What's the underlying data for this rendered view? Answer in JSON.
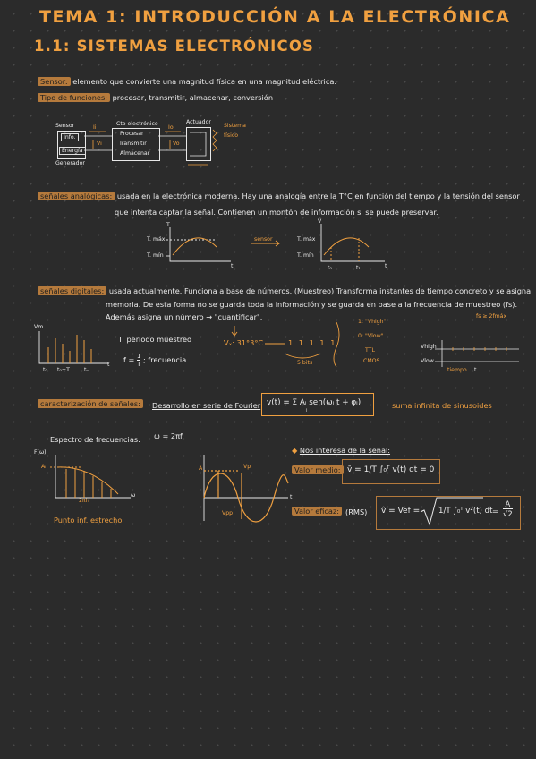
{
  "titles": {
    "main": "TEMA 1: INTRODUCCIÓN A LA ELECTRÓNICA",
    "section": "1.1: SISTEMAS ELECTRÓNICOS"
  },
  "intro": {
    "sensor_tag": "Sensor:",
    "sensor_text": "elemento que convierte una magnitud física en una magnitud eléctrica.",
    "func_tag": "Tipo de funciones:",
    "func_text": "procesar, transmitir, almacenar, conversión"
  },
  "block": {
    "sensor": "Sensor",
    "info": "Info.",
    "energia": "Energía",
    "generador": "Generador",
    "cto": "Cto electrónico",
    "procesar": "Procesar",
    "transmitir": "Transmitir",
    "almacenar": "Almacenar",
    "actuador": "Actuador",
    "sistema": "Sistema",
    "fisico": "físico",
    "vi": "Vi",
    "vo": "Vo",
    "ii": "Ii",
    "io": "Io"
  },
  "analog": {
    "tag": "señales analógicas:",
    "line1": "usada en la electrónica moderna. Hay una analogía entre la T°C en función del tiempo y la tensión del sensor",
    "line2": "que intenta captar la señal. Contienen un montón de información si se puede preservar.",
    "tmax": "T. máx",
    "tmin": "T. mín",
    "T": "T",
    "t": "t",
    "sensor": "sensor",
    "vmax": "T. máx",
    "vmin": "T. mín",
    "v": "V",
    "t0": "t₀",
    "t1": "t₁"
  },
  "digital": {
    "tag": "señales digitales:",
    "line1": "usada actualmente. Funciona a base de números. (Muestreo) Transforma instantes de tiempo concreto y se asigna",
    "line2": "memoria. De esta forma no se guarda toda la información y se guarda en base a la frecuencia de muestreo (fs).",
    "line3": "Además asigna un número → \"cuantificar\".",
    "fs_note": "fs ≥ 2fmáx",
    "vm": "Vm",
    "t0": "t₀",
    "t0T": "t₀+T",
    "tn": "tₙ",
    "t": "t",
    "periodo": "T: periodo muestreo",
    "freq_label": "; frecuencia",
    "f_eq_lhs": "f =",
    "num": "1",
    "den": "T",
    "vx": "Vₓ: 31°3°C",
    "bits": "1 1 1 1 1",
    "bits_label": "5 bits",
    "high": "1: \"Vhigh\"",
    "low": "0: \"Vlow\"",
    "ttl": "TTL",
    "cmos": "CMOS",
    "vhigh": "Vhigh",
    "vlow": "Vlow",
    "tiempo": "tiempo",
    "t_small": "t"
  },
  "charac": {
    "tag": "caracterización de señales:",
    "fourier": "Desarrollo en serie de Fourier",
    "formula": "v(t) = Σ Aᵢ sen(ωᵢ t + φᵢ)",
    "formula_sub": "i",
    "suma": "suma infinita de sinusoides",
    "espectro": "Espectro de frecuencias:",
    "omega": "ω = 2πf",
    "fw": "F(ω)",
    "ai": "Aᵢ",
    "w": "ω",
    "twopif": "2πfᵢ",
    "punto": "Punto inf. estrecho",
    "A": "A",
    "vp": "Vp",
    "vpp": "Vpp",
    "tt": "t",
    "interesa": "Nos interesa de la señal:",
    "medio_tag": "Valor medio:",
    "medio_lhs": "v̄ =",
    "medio_int": "1/T ∫₀ᵀ v(t) dt",
    "medio_rhs": "= 0",
    "eficaz_tag": "Valor eficaz:",
    "rms": "(RMS)",
    "eficaz_lhs": "v̂ = Vef =",
    "eficaz_int": "1/T ∫₀ᵀ v²(t) dt",
    "eficaz_eq": "=",
    "eficaz_num": "A",
    "eficaz_den": "√2"
  },
  "colors": {
    "accent": "#f0a040",
    "tag_bg": "#b57a3c",
    "bg": "#2b2b2b",
    "ink": "#ececec"
  }
}
